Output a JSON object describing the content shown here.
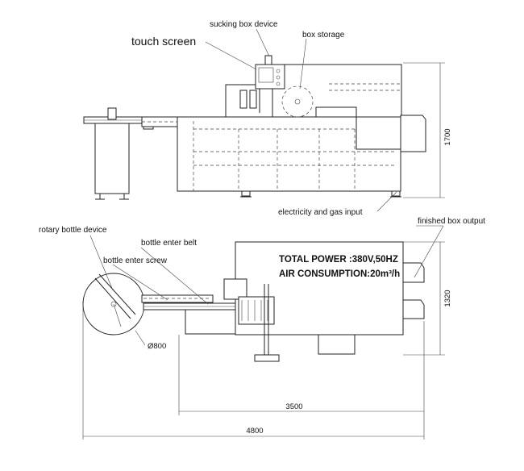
{
  "labels": {
    "touch_screen": "touch screen",
    "sucking_box_device": "sucking box device",
    "box_storage": "box storage",
    "electricity_gas_input": "electricity and gas input",
    "finished_box_output": "finished box output",
    "rotary_bottle_device": "rotary bottle device",
    "bottle_enter_belt": "bottle enter belt",
    "bottle_enter_screw": "bottle enter screw"
  },
  "specs": {
    "total_power": "TOTAL POWER :380V,50HZ",
    "air_consumption": "AIR CONSUMPTION:20m³/h"
  },
  "dimensions": {
    "height_front": "1700",
    "height_top": "1320",
    "diameter": "Ø800",
    "length_3500": "3500",
    "length_4800": "4800"
  }
}
